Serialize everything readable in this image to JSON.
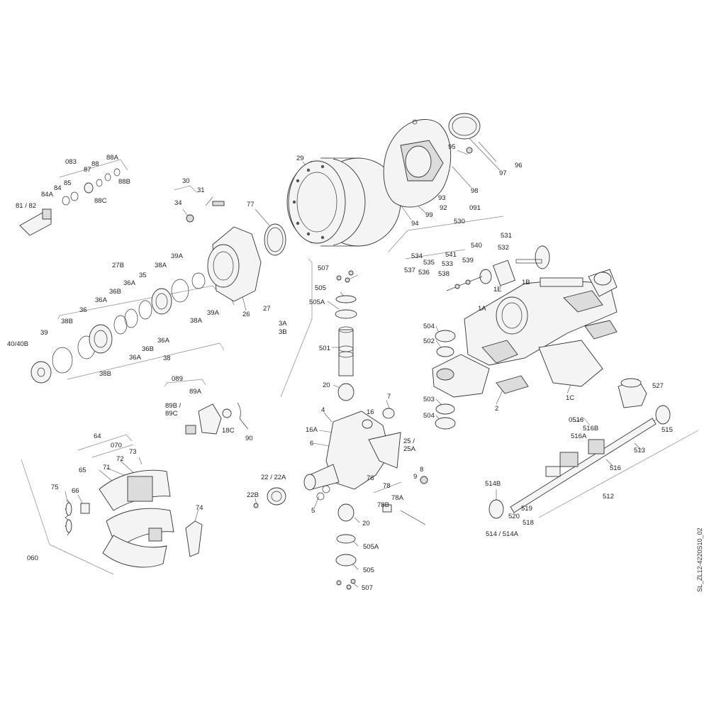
{
  "drawing_ref": "SL_ZL12-4220S10_02",
  "callouts": [
    {
      "id": "c29",
      "text": "29"
    },
    {
      "id": "c96",
      "text": "96"
    },
    {
      "id": "c97",
      "text": "97"
    },
    {
      "id": "c95",
      "text": "95"
    },
    {
      "id": "c93",
      "text": "93"
    },
    {
      "id": "c98",
      "text": "98"
    },
    {
      "id": "c091",
      "text": "091"
    },
    {
      "id": "c92",
      "text": "92"
    },
    {
      "id": "c99",
      "text": "99"
    },
    {
      "id": "c94",
      "text": "94"
    },
    {
      "id": "c083",
      "text": "083"
    },
    {
      "id": "c88A",
      "text": "88A"
    },
    {
      "id": "c88",
      "text": "88"
    },
    {
      "id": "c87",
      "text": "87"
    },
    {
      "id": "c88B",
      "text": "88B"
    },
    {
      "id": "c85",
      "text": "85"
    },
    {
      "id": "c84",
      "text": "84"
    },
    {
      "id": "c84A",
      "text": "84A"
    },
    {
      "id": "c88C",
      "text": "88C"
    },
    {
      "id": "c8182",
      "text": "81 / 82"
    },
    {
      "id": "c30",
      "text": "30"
    },
    {
      "id": "c31",
      "text": "31"
    },
    {
      "id": "c34",
      "text": "34"
    },
    {
      "id": "c77",
      "text": "77"
    },
    {
      "id": "c530",
      "text": "530"
    },
    {
      "id": "c531",
      "text": "531"
    },
    {
      "id": "c532",
      "text": "532"
    },
    {
      "id": "c540",
      "text": "540"
    },
    {
      "id": "c534",
      "text": "534"
    },
    {
      "id": "c541",
      "text": "541"
    },
    {
      "id": "c535",
      "text": "535"
    },
    {
      "id": "c539",
      "text": "539"
    },
    {
      "id": "c537",
      "text": "537"
    },
    {
      "id": "c536",
      "text": "536"
    },
    {
      "id": "c533",
      "text": "533"
    },
    {
      "id": "c538",
      "text": "538"
    },
    {
      "id": "c1E",
      "text": "1E"
    },
    {
      "id": "c1B",
      "text": "1B"
    },
    {
      "id": "c1A",
      "text": "1A"
    },
    {
      "id": "c507a",
      "text": "507"
    },
    {
      "id": "c505a",
      "text": "505"
    },
    {
      "id": "c505Aa",
      "text": "505A"
    },
    {
      "id": "c27B",
      "text": "27B"
    },
    {
      "id": "c39A",
      "text": "39A"
    },
    {
      "id": "c38A",
      "text": "38A"
    },
    {
      "id": "c35",
      "text": "35"
    },
    {
      "id": "c36A1",
      "text": "36A"
    },
    {
      "id": "c36B1",
      "text": "36B"
    },
    {
      "id": "c36A2",
      "text": "36A"
    },
    {
      "id": "c36",
      "text": "36"
    },
    {
      "id": "c38B1",
      "text": "38B"
    },
    {
      "id": "c39",
      "text": "39"
    },
    {
      "id": "c4040B",
      "text": "40/40B"
    },
    {
      "id": "c36B2",
      "text": "36B"
    },
    {
      "id": "c36A3",
      "text": "36A"
    },
    {
      "id": "c36A4",
      "text": "36A"
    },
    {
      "id": "c38",
      "text": "38"
    },
    {
      "id": "c38B2",
      "text": "38B"
    },
    {
      "id": "c39A2",
      "text": "39A"
    },
    {
      "id": "c38A2",
      "text": "38A"
    },
    {
      "id": "c26",
      "text": "26"
    },
    {
      "id": "c27",
      "text": "27"
    },
    {
      "id": "c3A",
      "text": "3A"
    },
    {
      "id": "c3B",
      "text": "3B"
    },
    {
      "id": "c501",
      "text": "501"
    },
    {
      "id": "c504a",
      "text": "504"
    },
    {
      "id": "c502",
      "text": "502"
    },
    {
      "id": "c20a",
      "text": "20"
    },
    {
      "id": "c503",
      "text": "503"
    },
    {
      "id": "c504b",
      "text": "504"
    },
    {
      "id": "c2",
      "text": "2"
    },
    {
      "id": "c1C",
      "text": "1C"
    },
    {
      "id": "c527",
      "text": "527"
    },
    {
      "id": "c089",
      "text": "089"
    },
    {
      "id": "c89A",
      "text": "89A"
    },
    {
      "id": "c89B",
      "text": "89B /"
    },
    {
      "id": "c89C",
      "text": "89C"
    },
    {
      "id": "c18C",
      "text": "18C"
    },
    {
      "id": "c90",
      "text": "90"
    },
    {
      "id": "c7",
      "text": "7"
    },
    {
      "id": "c4",
      "text": "4"
    },
    {
      "id": "c16",
      "text": "16"
    },
    {
      "id": "c16A",
      "text": "16A"
    },
    {
      "id": "c6",
      "text": "6"
    },
    {
      "id": "c2525A1",
      "text": "25 /"
    },
    {
      "id": "c2525A2",
      "text": "25A"
    },
    {
      "id": "c0516",
      "text": "0516"
    },
    {
      "id": "c516B",
      "text": "516B"
    },
    {
      "id": "c516A",
      "text": "516A"
    },
    {
      "id": "c515",
      "text": "515"
    },
    {
      "id": "c513",
      "text": "513"
    },
    {
      "id": "c516",
      "text": "516"
    },
    {
      "id": "c64",
      "text": "64"
    },
    {
      "id": "c070",
      "text": "070"
    },
    {
      "id": "c73",
      "text": "73"
    },
    {
      "id": "c65",
      "text": "65"
    },
    {
      "id": "c71",
      "text": "71"
    },
    {
      "id": "c72",
      "text": "72"
    },
    {
      "id": "c2222A",
      "text": "22 / 22A"
    },
    {
      "id": "c9",
      "text": "9"
    },
    {
      "id": "c8",
      "text": "8"
    },
    {
      "id": "c76",
      "text": "76"
    },
    {
      "id": "c78",
      "text": "78"
    },
    {
      "id": "c512",
      "text": "512"
    },
    {
      "id": "c514B",
      "text": "514B"
    },
    {
      "id": "c75",
      "text": "75"
    },
    {
      "id": "c66",
      "text": "66"
    },
    {
      "id": "c74",
      "text": "74"
    },
    {
      "id": "c22B",
      "text": "22B"
    },
    {
      "id": "c5",
      "text": "5"
    },
    {
      "id": "c78B",
      "text": "78B"
    },
    {
      "id": "c78A",
      "text": "78A"
    },
    {
      "id": "c519",
      "text": "519"
    },
    {
      "id": "c520",
      "text": "520"
    },
    {
      "id": "c518",
      "text": "518"
    },
    {
      "id": "c20b",
      "text": "20"
    },
    {
      "id": "c514514A",
      "text": "514 / 514A"
    },
    {
      "id": "c505Ab",
      "text": "505A"
    },
    {
      "id": "c060",
      "text": "060"
    },
    {
      "id": "c505b",
      "text": "505"
    },
    {
      "id": "c507b",
      "text": "507"
    }
  ]
}
